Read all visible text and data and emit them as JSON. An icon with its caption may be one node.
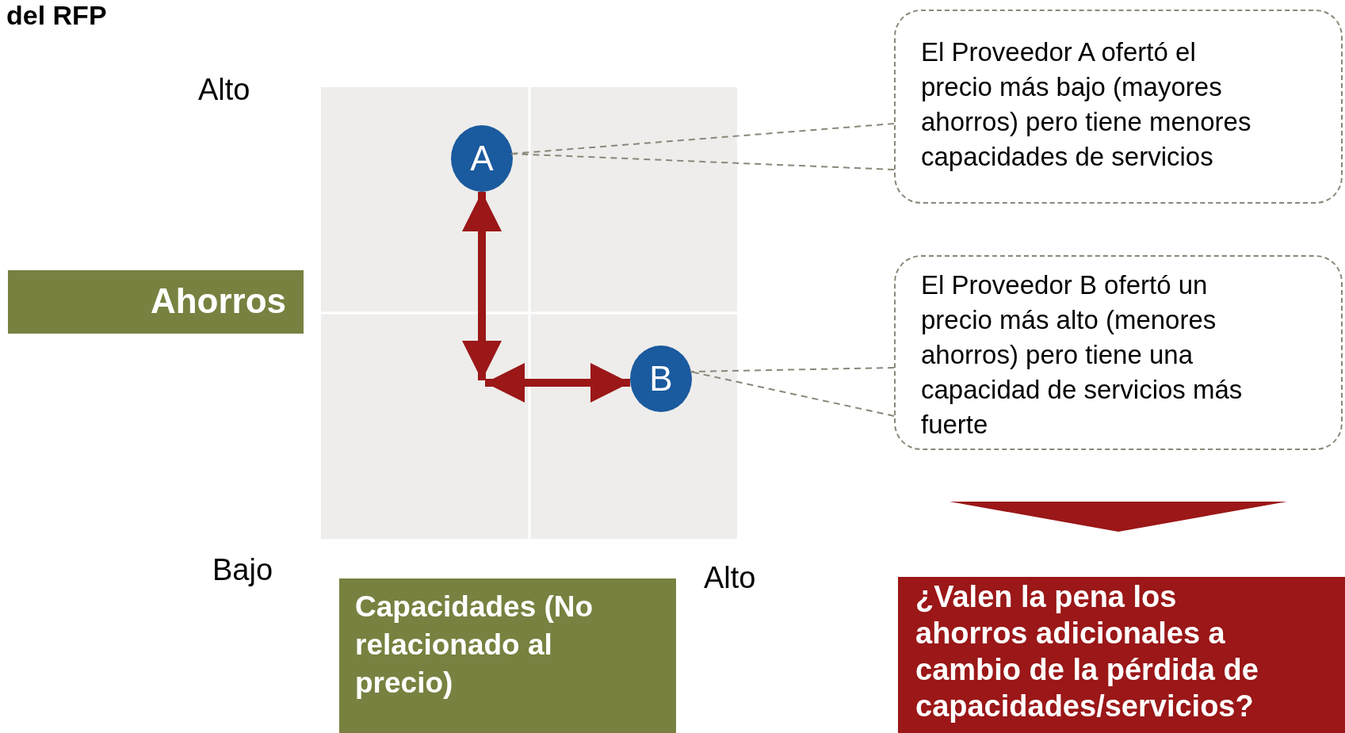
{
  "diagram": {
    "title": "del RFP",
    "nodes": [
      {
        "text": [
          "A"
        ]
      },
      {
        "text": [
          "B"
        ]
      },
      {
        "text": [
          "El Proveedor A ofertó el precio más bajo (mayores ahorros) pero tiene menores capacidades de servicios"
        ]
      },
      {
        "text": [
          "El Proveedor B ofertó un precio más alto (menores ahorros) pero tiene una capacidad de servicios más fuerte"
        ]
      },
      {
        "text": [
          "Ahorros"
        ]
      },
      {
        "text": [
          "Capacidades (No relacionado al precio)"
        ]
      },
      {
        "text": [
          "¿Valen la pena los ahorros adicionales a cambio de la pérdida de capacidades/servicios?"
        ]
      }
    ],
    "edges": [
      {
        "from": 2,
        "to": 0,
        "arrow": "none",
        "style": "dashed",
        "color": "#8a8778"
      },
      {
        "from": 3,
        "to": 1,
        "arrow": "none",
        "style": "dashed",
        "color": "#8a8778"
      },
      {
        "from": 0,
        "to": null,
        "arrow": "both",
        "style": "thick",
        "color": "#9b1718"
      },
      {
        "from": null,
        "to": 1,
        "arrow": "both",
        "style": "thick",
        "color": "#9b1718"
      },
      {
        "from": 3,
        "to": 6,
        "arrow": "to",
        "style": "thick",
        "color": "#9b1718"
      }
    ],
    "labels": [
      "Alto",
      "Bajo",
      "Alto"
    ]
  }
}
